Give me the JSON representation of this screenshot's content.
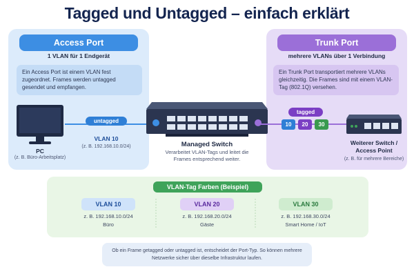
{
  "title": "Tagged und Untagged – einfach erklärt",
  "access": {
    "heading": "Access Port",
    "subheading": "1 VLAN für 1 Endgerät",
    "description": "Ein Access Port ist einem VLAN fest zugeordnet. Frames werden untagged gesendet und empfangen.",
    "link_label": "untagged",
    "vlan_label": "VLAN 10",
    "vlan_subnet": "(z. B. 192.168.10.0/24)",
    "device_label": "PC",
    "device_sub": "(z. B. Büro-Arbeitsplatz)"
  },
  "switch": {
    "label": "Managed Switch",
    "description": "Verarbeitet VLAN-Tags und leitet die Frames entsprechend weiter."
  },
  "trunk": {
    "heading": "Trunk Port",
    "subheading": "mehrere VLANs über 1 Verbindung",
    "description": "Ein Trunk Port transportiert mehrere VLANs gleichzeitig. Die Frames sind mit einem VLAN-Tag (802.1Q) versehen.",
    "link_label": "tagged",
    "chips": [
      "10",
      "20",
      "30"
    ],
    "device_label": "Weiterer Switch / Access Point",
    "device_sub": "(z. B. für mehrere Bereiche)"
  },
  "legend": {
    "heading": "VLAN-Tag Farben (Beispiel)",
    "items": [
      {
        "name": "VLAN 10",
        "subnet": "z. B. 192.168.10.0/24",
        "area": "Büro",
        "color": "#2f7fd6"
      },
      {
        "name": "VLAN 20",
        "subnet": "z. B. 192.168.20.0/24",
        "area": "Gäste",
        "color": "#7b3fc4"
      },
      {
        "name": "VLAN 30",
        "subnet": "z. B. 192.168.30.0/24",
        "area": "Smart Home / IoT",
        "color": "#3a9a4f"
      }
    ]
  },
  "note": "Ob ein Frame getagged oder untagged ist, entscheidet der Port-Typ. So können mehrere Netzwerke sicher über dieselbe Infrastruktur laufen.",
  "colors": {
    "access": "#3d8ee3",
    "trunk": "#9b6fd8",
    "legend": "#3fa35a"
  }
}
